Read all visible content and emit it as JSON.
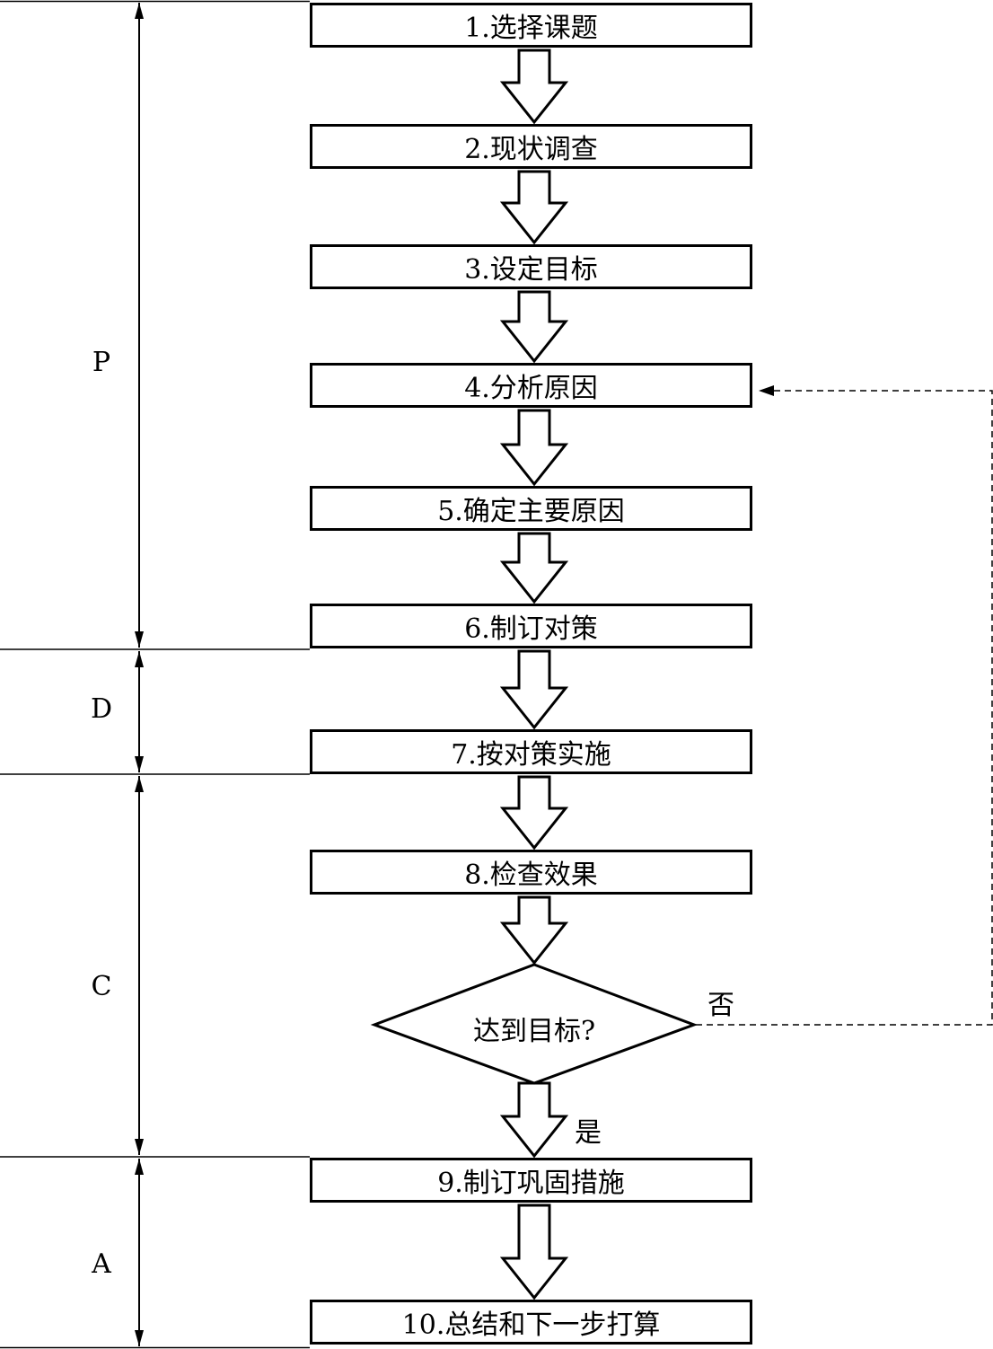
{
  "steps": [
    {
      "label": "1.选择课题"
    },
    {
      "label": "2.现状调查"
    },
    {
      "label": "3.设定目标"
    },
    {
      "label": "4.分析原因"
    },
    {
      "label": "5.确定主要原因"
    },
    {
      "label": "6.制订对策"
    },
    {
      "label": "7.按对策实施"
    },
    {
      "label": "8.检查效果"
    },
    {
      "label": "9.制订巩固措施"
    },
    {
      "label": "10.总结和下一步打算"
    }
  ],
  "decision": {
    "label": "达到目标?"
  },
  "branches": {
    "no": "否",
    "yes": "是"
  },
  "phases": [
    {
      "label": "P"
    },
    {
      "label": "D"
    },
    {
      "label": "C"
    },
    {
      "label": "A"
    }
  ]
}
